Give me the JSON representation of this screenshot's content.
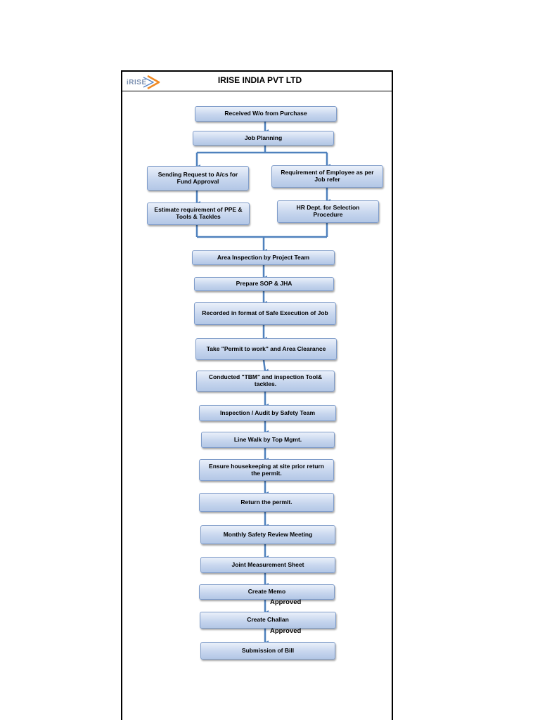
{
  "header": {
    "logo_text": "iRISE",
    "company": "IRISE INDIA PVT LTD"
  },
  "steps": {
    "received": "Received W/o from Purchase",
    "job_planning": "Job Planning",
    "sending_request": "Sending Request to A/cs for Fund Approval",
    "requirement_employee": "Requirement of Employee as per Job refer",
    "estimate_requirement": "Estimate requirement of PPE & Tools & Tackles",
    "hr_dept": "HR Dept. for Selection Procedure",
    "area_inspection": "Area Inspection by Project Team",
    "prepare_sop": "Prepare SOP & JHA",
    "recorded_format": "Recorded in format of Safe Execution of Job",
    "take_permit": "Take \"Permit to work\" and Area Clearance",
    "conducted_tbm": "Conducted \"TBM\" and inspection Tool& tackles.",
    "inspection_audit": "Inspection / Audit by Safety Team",
    "line_walk": "Line Walk by Top Mgmt.",
    "ensure_housekeeping": "Ensure housekeeping at site prior return the permit.",
    "return_permit": "Return the permit.",
    "monthly_review": "Monthly Safety Review Meeting",
    "joint_measurement": "Joint Measurement Sheet",
    "create_memo": "Create Memo",
    "create_challan": "Create Challan",
    "submission_bill": "Submission of Bill"
  },
  "labels": {
    "approved_1": "Approved",
    "approved_2": "Approved"
  },
  "colors": {
    "box_fill": "#c7d6ee",
    "box_border": "#7f9cc9",
    "connector": "#4f81bd"
  }
}
